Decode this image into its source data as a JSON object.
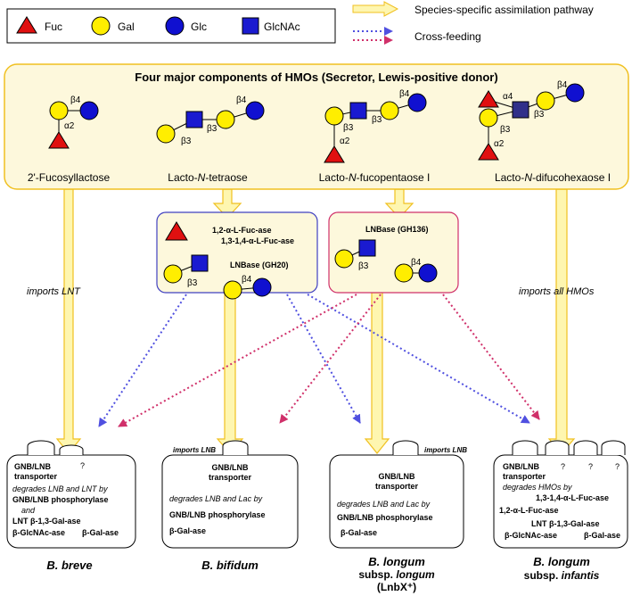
{
  "legend": {
    "fuc": "Fuc",
    "gal": "Gal",
    "glc": "Glc",
    "glcnac": "GlcNAc",
    "pathway": "Species-specific assimilation pathway",
    "crossfeeding": "Cross-feeding"
  },
  "hmo_panel": {
    "title": "Four major components of HMOs (Secretor, Lewis-positive donor)",
    "fl2": {
      "name": "2'-Fucosyllactose",
      "l1": "β4",
      "l2": "α2"
    },
    "lnt": {
      "name_a": "Lacto-",
      "name_b": "N",
      "name_c": "-tetraose",
      "l1": "β3",
      "l2": "β3",
      "l3": "β4"
    },
    "lnfp": {
      "name_a": "Lacto-",
      "name_b": "N",
      "name_c": "-fucopentaose I",
      "l1": "β3",
      "l2": "β3",
      "l3": "β4",
      "l4": "α2"
    },
    "lndfh": {
      "name_a": "Lacto-",
      "name_b": "N",
      "name_c": "-difucohexaose I",
      "l1": "α4",
      "l2": "β3",
      "l3": "β4",
      "l4": "β3",
      "l5": "α2"
    }
  },
  "enzymes": {
    "gh20": {
      "fuc1": "1,2-α-L-Fuc-ase",
      "fuc2": "1,3-1,4-α-L-Fuc-ase",
      "lnbase": "LNBase (GH20)",
      "b3": "β3",
      "b4": "β4"
    },
    "gh136": {
      "lnbase": "LNBase (GH136)",
      "b3": "β3",
      "b4": "β4"
    }
  },
  "imports": {
    "lnt": "imports LNT",
    "all": "imports all HMOs"
  },
  "cells": {
    "breve": {
      "transporter": "GNB/LNB",
      "transporter2": "transporter",
      "q": "?",
      "d1": "degrades LNB and LNT by",
      "d2": "GNB/LNB phosphorylase",
      "d3": "and",
      "d4": "LNT β-1,3-Gal-ase",
      "d5": "β-GlcNAc-ase",
      "d6": "β-Gal-ase",
      "name": "B. breve"
    },
    "bifidum": {
      "imports": "imports LNB",
      "transporter": "GNB/LNB",
      "transporter2": "transporter",
      "d1": "degrades LNB and Lac by",
      "d2": "GNB/LNB phosphorylase",
      "d3": "β-Gal-ase",
      "name": "B. bifidum"
    },
    "longum": {
      "imports": "imports LNB",
      "transporter": "GNB/LNB",
      "transporter2": "transporter",
      "d1": "degrades LNB and Lac by",
      "d2": "GNB/LNB phosphorylase",
      "d3": "β-Gal-ase",
      "name1": "B. longum",
      "name2a": "subsp. ",
      "name2b": "longum",
      "name3": "(LnbX⁺)"
    },
    "infantis": {
      "transporter": "GNB/LNB",
      "transporter2": "transporter",
      "q1": "?",
      "q2": "?",
      "q3": "?",
      "d1": "degrades HMOs by",
      "d2": "1,3-1,4-α-L-Fuc-ase",
      "d3": "1,2-α-L-Fuc-ase",
      "d4": "LNT β-1,3-Gal-ase",
      "d5": "β-GlcNAc-ase",
      "d6": "β-Gal-ase",
      "name1": "B. longum",
      "name2a": "subsp. ",
      "name2b": "infantis"
    }
  },
  "colors": {
    "gal": "#ffee00",
    "glc": "#1010d0",
    "fuc": "#e01010",
    "glcnac": "#1a1ad0",
    "glcnac_dark": "#30308a",
    "panel": "#fdf8dc",
    "arrow": "#fef6b0",
    "arrow_stroke": "#f0c020",
    "blue_dot": "#5050e0",
    "pink_dot": "#d0306a"
  }
}
